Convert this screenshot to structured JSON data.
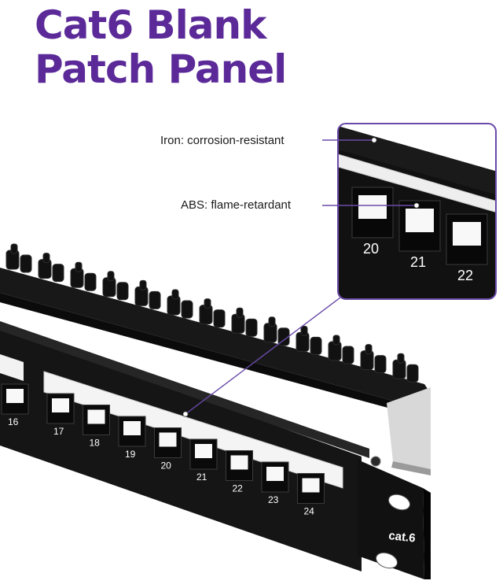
{
  "title": {
    "line1": "Cat6 Blank",
    "line2": "Patch Panel"
  },
  "callouts": {
    "iron": "Iron: corrosion-resistant",
    "abs": "ABS: flame-retardant"
  },
  "zoom_ports": [
    "20",
    "21",
    "22"
  ],
  "panel_ports": [
    "16",
    "17",
    "18",
    "19",
    "20",
    "21",
    "22",
    "23",
    "24"
  ],
  "brand_label": "cat.6",
  "colors": {
    "title": "#5b2a98",
    "callout_line": "#6a4aa8",
    "panel": "#141414"
  }
}
